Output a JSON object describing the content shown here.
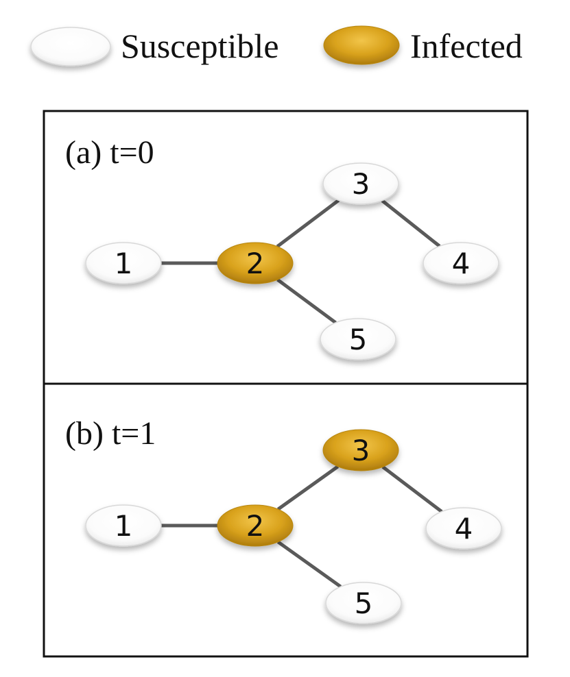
{
  "legend": {
    "items": [
      {
        "label": "Susceptible",
        "state": "susceptible"
      },
      {
        "label": "Infected",
        "state": "infected"
      }
    ]
  },
  "colors": {
    "susceptible": "#ffffff",
    "infected": "#d9a21c",
    "edge": "#5a5a5a",
    "frame": "#111111"
  },
  "panels": [
    {
      "title": "(a) t=0",
      "nodes": [
        {
          "id": "1",
          "state": "susceptible"
        },
        {
          "id": "2",
          "state": "infected"
        },
        {
          "id": "3",
          "state": "susceptible"
        },
        {
          "id": "4",
          "state": "susceptible"
        },
        {
          "id": "5",
          "state": "susceptible"
        }
      ],
      "edges": [
        [
          "1",
          "2"
        ],
        [
          "2",
          "3"
        ],
        [
          "3",
          "4"
        ],
        [
          "2",
          "5"
        ]
      ]
    },
    {
      "title": "(b) t=1",
      "nodes": [
        {
          "id": "1",
          "state": "susceptible"
        },
        {
          "id": "2",
          "state": "infected"
        },
        {
          "id": "3",
          "state": "infected"
        },
        {
          "id": "4",
          "state": "susceptible"
        },
        {
          "id": "5",
          "state": "susceptible"
        }
      ],
      "edges": [
        [
          "1",
          "2"
        ],
        [
          "2",
          "3"
        ],
        [
          "3",
          "4"
        ],
        [
          "2",
          "5"
        ]
      ]
    }
  ]
}
